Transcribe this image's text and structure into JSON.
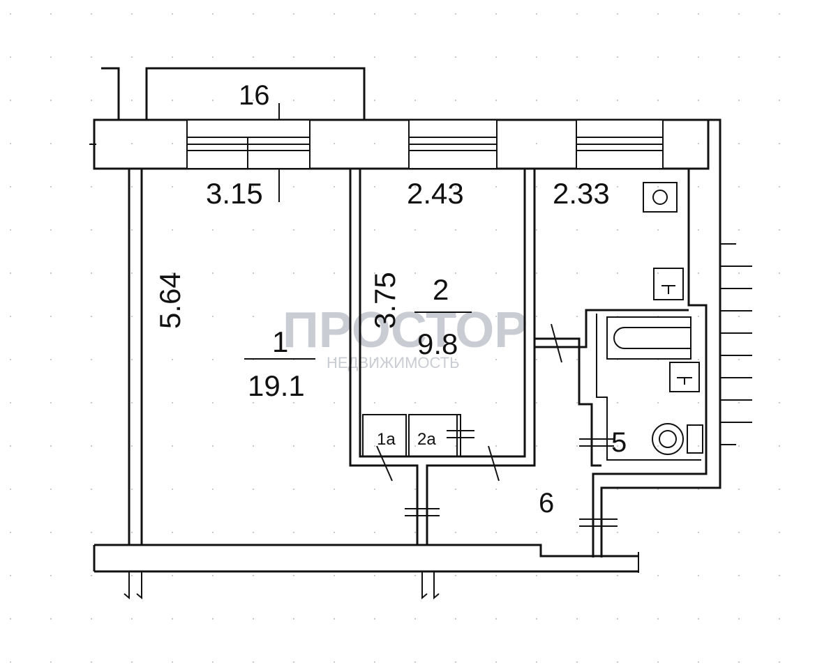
{
  "rooms": [
    {
      "id": "room-1",
      "number": "1",
      "area": "19.1",
      "width": "3.15",
      "depth": "5.64"
    },
    {
      "id": "room-2",
      "number": "2",
      "area": "9.8",
      "width": "2.43",
      "depth": "3.75"
    },
    {
      "id": "room-kitchen",
      "width": "2.33"
    },
    {
      "id": "room-5",
      "number": "5"
    },
    {
      "id": "room-6",
      "number": "6"
    },
    {
      "id": "closet-1a",
      "number": "1a"
    },
    {
      "id": "closet-2a",
      "number": "2a"
    },
    {
      "id": "balcony",
      "number": "16"
    }
  ],
  "watermark": {
    "brand": "ПРОСТОР",
    "subtitle": "НЕДВИЖИМОСТЬ"
  }
}
